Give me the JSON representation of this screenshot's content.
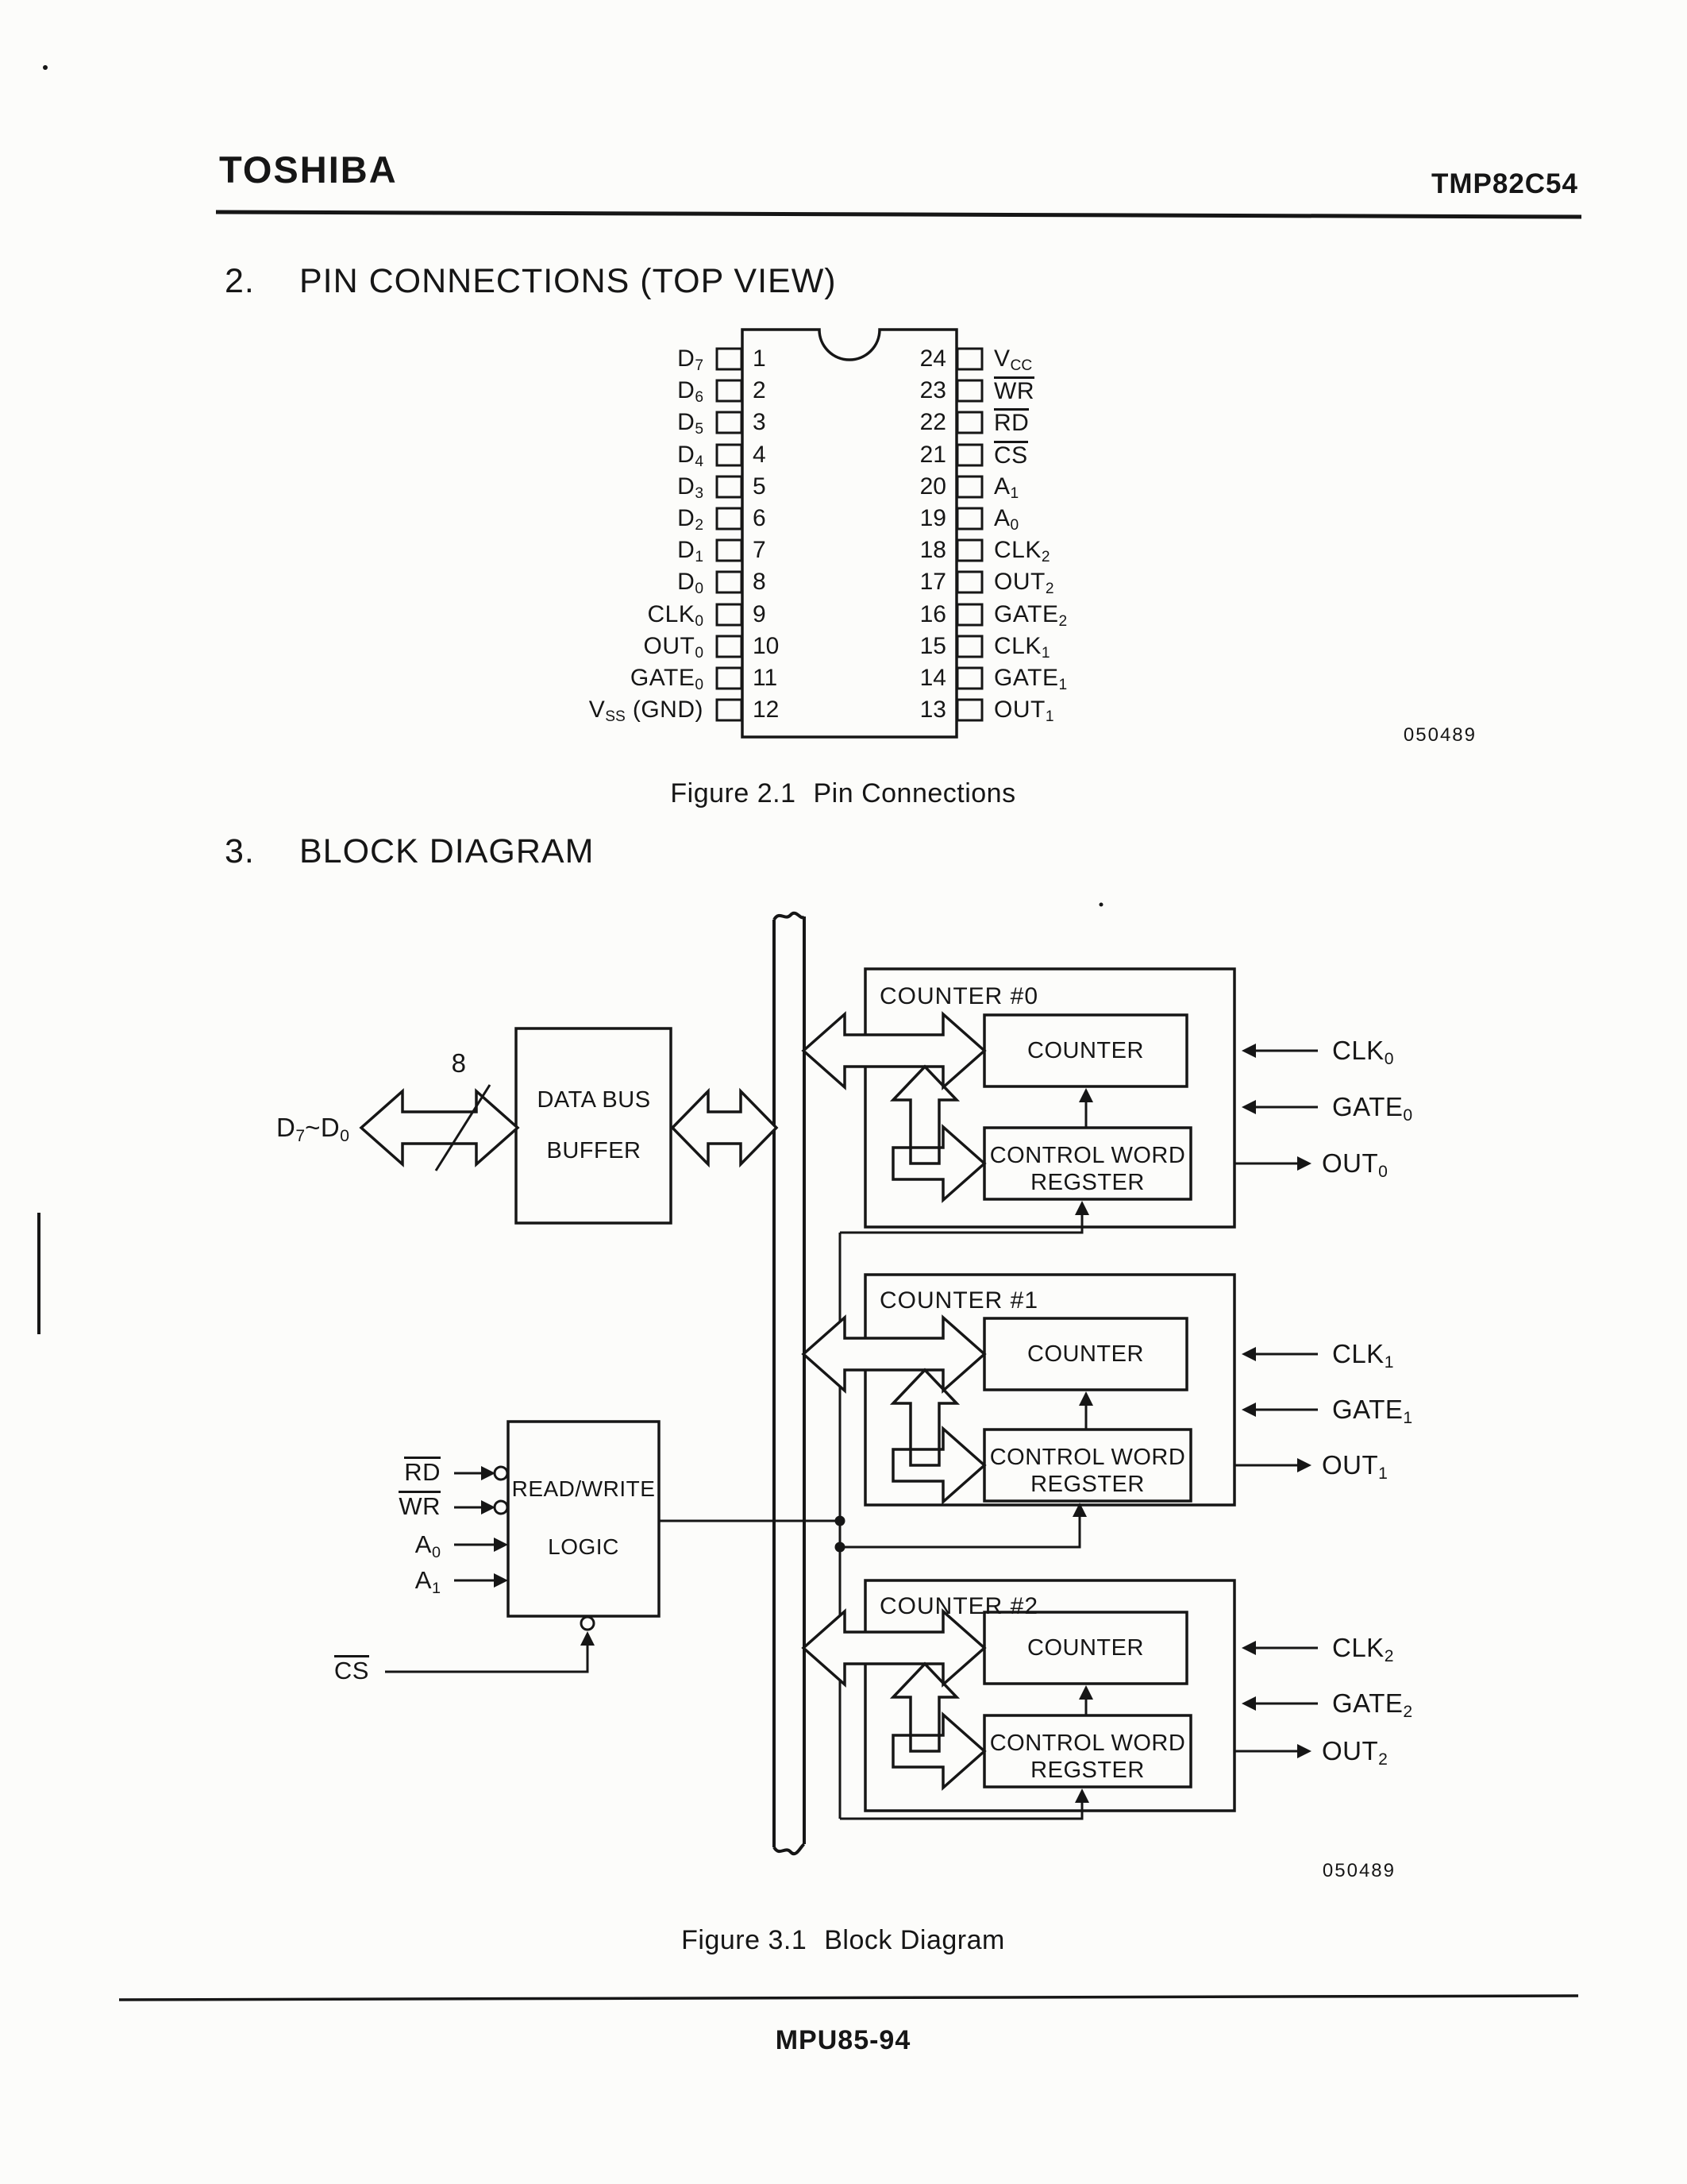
{
  "header": {
    "brand": "TOSHIBA",
    "part_number": "TMP82C54"
  },
  "section_pin": {
    "number": "2.",
    "title": "PIN CONNECTIONS (TOP VIEW)"
  },
  "section_block": {
    "number": "3.",
    "title": "BLOCK DIAGRAM"
  },
  "pins": {
    "left": [
      {
        "num": "1",
        "base": "D",
        "sub": "7"
      },
      {
        "num": "2",
        "base": "D",
        "sub": "6"
      },
      {
        "num": "3",
        "base": "D",
        "sub": "5"
      },
      {
        "num": "4",
        "base": "D",
        "sub": "4"
      },
      {
        "num": "5",
        "base": "D",
        "sub": "3"
      },
      {
        "num": "6",
        "base": "D",
        "sub": "2"
      },
      {
        "num": "7",
        "base": "D",
        "sub": "1"
      },
      {
        "num": "8",
        "base": "D",
        "sub": "0"
      },
      {
        "num": "9",
        "base": "CLK",
        "sub": "0"
      },
      {
        "num": "10",
        "base": "OUT",
        "sub": "0"
      },
      {
        "num": "11",
        "base": "GATE",
        "sub": "0"
      },
      {
        "num": "12",
        "base": "V",
        "sub": "SS",
        "suffix": "(GND)"
      }
    ],
    "right": [
      {
        "num": "24",
        "base": "V",
        "sub": "CC"
      },
      {
        "num": "23",
        "base": "WR"
      },
      {
        "num": "22",
        "base": "RD"
      },
      {
        "num": "21",
        "base": "CS"
      },
      {
        "num": "20",
        "base": "A",
        "sub": "1"
      },
      {
        "num": "19",
        "base": "A",
        "sub": "0"
      },
      {
        "num": "18",
        "base": "CLK",
        "sub": "2"
      },
      {
        "num": "17",
        "base": "OUT",
        "sub": "2"
      },
      {
        "num": "16",
        "base": "GATE",
        "sub": "2"
      },
      {
        "num": "15",
        "base": "CLK",
        "sub": "1"
      },
      {
        "num": "14",
        "base": "GATE",
        "sub": "1"
      },
      {
        "num": "13",
        "base": "OUT",
        "sub": "1"
      }
    ],
    "doc_code": "050489",
    "caption": {
      "label": "Figure 2.1",
      "title": "Pin Connections"
    }
  },
  "block": {
    "data_bus_label": {
      "b1": "D",
      "s1": "7",
      "tilde": "~",
      "b2": "D",
      "s2": "0"
    },
    "bus_width": "8",
    "buffer": {
      "line1": "DATA BUS",
      "line2": "BUFFER"
    },
    "rw_logic": {
      "line1": "READ/WRITE",
      "line2": "LOGIC"
    },
    "rw_inputs": {
      "rd": "RD",
      "wr": "WR",
      "a0": {
        "base": "A",
        "sub": "0"
      },
      "a1": {
        "base": "A",
        "sub": "1"
      },
      "cs": "CS"
    },
    "counters": [
      {
        "title": "COUNTER #0",
        "counter": "COUNTER",
        "cwr1": "CONTROL WORD",
        "cwr2": "REGSTER",
        "clk": {
          "base": "CLK",
          "sub": "0"
        },
        "gate": {
          "base": "GATE",
          "sub": "0"
        },
        "out": {
          "base": "OUT",
          "sub": "0"
        }
      },
      {
        "title": "COUNTER #1",
        "counter": "COUNTER",
        "cwr1": "CONTROL WORD",
        "cwr2": "REGSTER",
        "clk": {
          "base": "CLK",
          "sub": "1"
        },
        "gate": {
          "base": "GATE",
          "sub": "1"
        },
        "out": {
          "base": "OUT",
          "sub": "1"
        }
      },
      {
        "title": "COUNTER #2",
        "counter": "COUNTER",
        "cwr1": "CONTROL WORD",
        "cwr2": "REGSTER",
        "clk": {
          "base": "CLK",
          "sub": "2"
        },
        "gate": {
          "base": "GATE",
          "sub": "2"
        },
        "out": {
          "base": "OUT",
          "sub": "2"
        }
      }
    ],
    "doc_code": "050489",
    "caption": {
      "label": "Figure 3.1",
      "title": "Block Diagram"
    }
  },
  "footer": {
    "page_id": "MPU85-94"
  }
}
